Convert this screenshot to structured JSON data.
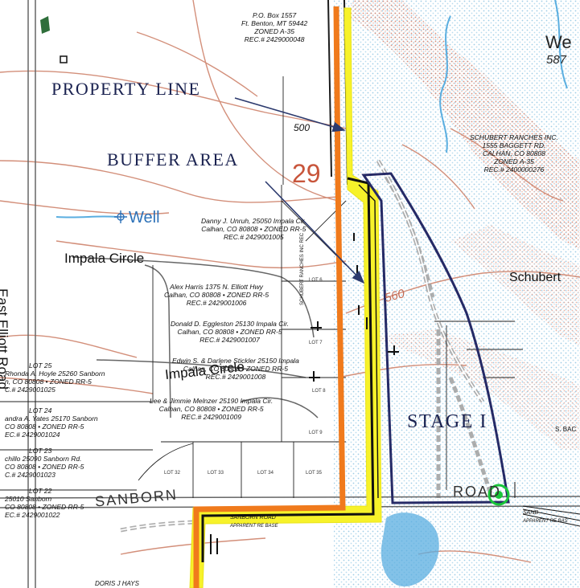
{
  "colors": {
    "property_line": "#f07a1c",
    "buffer": "#f7f22a",
    "stage_boundary": "#252a66",
    "topo_lines": "#d38f7a",
    "water": "#5aaee0",
    "arrow": "#2c3a6e",
    "marker": "#19c63a",
    "section_number": "#c8553b"
  },
  "callouts": {
    "property_line": "PROPERTY LINE",
    "buffer_area": "BUFFER AREA",
    "stage": "STAGE I"
  },
  "map_labels": {
    "section_number": "29",
    "well_top_right": "We",
    "elevation_top_right": "587",
    "well_left": "Well",
    "schubert": "Schubert",
    "contour_500": "500",
    "contour_560": "560",
    "road_impala_circle": "Impala Circle",
    "road_impala_circle_2": "Impala Circle",
    "road_east_elliott": "East Elliott Road",
    "road_sanborn": "SANBORN",
    "road_road_right": "ROAD",
    "sanborn_road_small": "SANBORN ROAD",
    "apparent_row": "APPARENT RE BASE",
    "s_bac": "S. BAC",
    "sanb_right": "SANB",
    "apparent_right": "APPARENT RE BAS",
    "dons_hays": "DORIS J HAYS",
    "vertical_text": "SCHUBERT RANCHES INC REC"
  },
  "owners": [
    {
      "id": "top",
      "lines": [
        "P.O. Box 1557",
        "Ft. Benton, MT 59442",
        "ZONED A-35",
        "REC.# 2429000048"
      ]
    },
    {
      "id": "schubert-ranches",
      "lines": [
        "SCHUBERT RANCHES INC.",
        "1555 BAGGETT RD.",
        "CALHAN, CO 80808",
        "ZONED A-35",
        "REC.# 2400000276"
      ]
    },
    {
      "id": "unruh",
      "lines": [
        "Danny J. Unruh, 25050 Impala Cir.",
        "Calhan, CO 80808 • ZONED RR-5",
        "REC.# 2429001005"
      ]
    },
    {
      "id": "harris",
      "lines": [
        "Alex Harris  1375 N. Elliott Hwy",
        "Calhan, CO 80808 • ZONED RR-5",
        "REC.# 2429001006"
      ]
    },
    {
      "id": "eggleston",
      "lines": [
        "Donald D. Eggleston  25130 Impala Cir.",
        "Calhan, CO 80808 • ZONED RR-5",
        "REC.# 2429001007"
      ]
    },
    {
      "id": "stickler",
      "lines": [
        "Edwin S. & Darlene Stickler  25150 Impala",
        "Calhan, CO 80808 • ZONED RR-5",
        "REC.# 2429001008"
      ]
    },
    {
      "id": "melnzer",
      "lines": [
        "Lee & Jimmie Melnzer  25190 Impala Cir.",
        "Calhan, CO 80808 • ZONED RR-5",
        "REC.# 2429001009"
      ]
    }
  ],
  "left_owners": [
    {
      "id": "hoyle",
      "lines": [
        "LOT 25",
        "Rhonda A. Hoyle  25260 Sanborn",
        "n, CO 80808 • ZONED RR-5",
        "C.# 2429001025"
      ]
    },
    {
      "id": "yates",
      "lines": [
        "LOT 24",
        "andra A. Yates  25170 Sanborn",
        "CO 80808 • ZONED RR-5",
        "EC.# 2429001024"
      ]
    },
    {
      "id": "lot23",
      "lines": [
        "LOT 23",
        "chillo  25090 Sanborn Rd.",
        "CO 80808 • ZONED RR-5",
        "C.# 2429001023"
      ]
    },
    {
      "id": "lot22",
      "lines": [
        "LOT 22",
        "25010 Sanborn",
        "CO 80808 • ZONED RR-5",
        "EC.# 2429001022"
      ]
    }
  ],
  "lots": [
    "LOT 6",
    "LOT 7",
    "LOT 8",
    "LOT 9",
    "LOT 32",
    "LOT 33",
    "LOT 34",
    "LOT 35"
  ]
}
